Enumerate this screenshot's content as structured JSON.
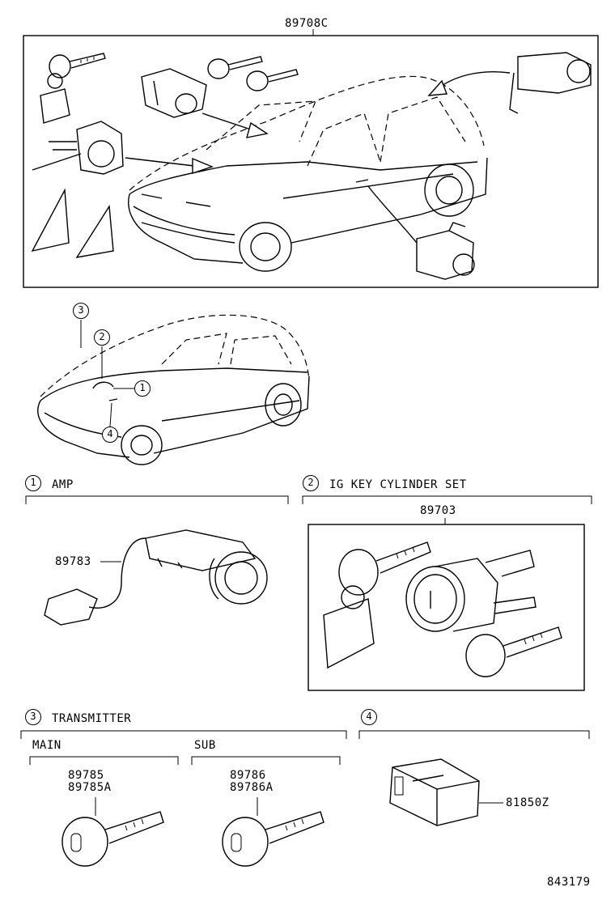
{
  "top_kit": {
    "part_number": "89708C"
  },
  "callouts": {
    "c1": "1",
    "c2": "2",
    "c3": "3",
    "c4": "4"
  },
  "section_amp": {
    "index": "1",
    "title": "AMP",
    "part_number": "89783"
  },
  "section_ig": {
    "index": "2",
    "title": "IG KEY CYLINDER SET",
    "part_number": "89703"
  },
  "section_transmitter": {
    "index": "3",
    "title": "TRANSMITTER",
    "main": {
      "label": "MAIN",
      "part_numbers": [
        "89785",
        "89785A"
      ]
    },
    "sub": {
      "label": "SUB",
      "part_numbers": [
        "89786",
        "89786A"
      ]
    }
  },
  "section_4": {
    "index": "4",
    "part_number": "81850Z"
  },
  "diagram_id": "843179"
}
